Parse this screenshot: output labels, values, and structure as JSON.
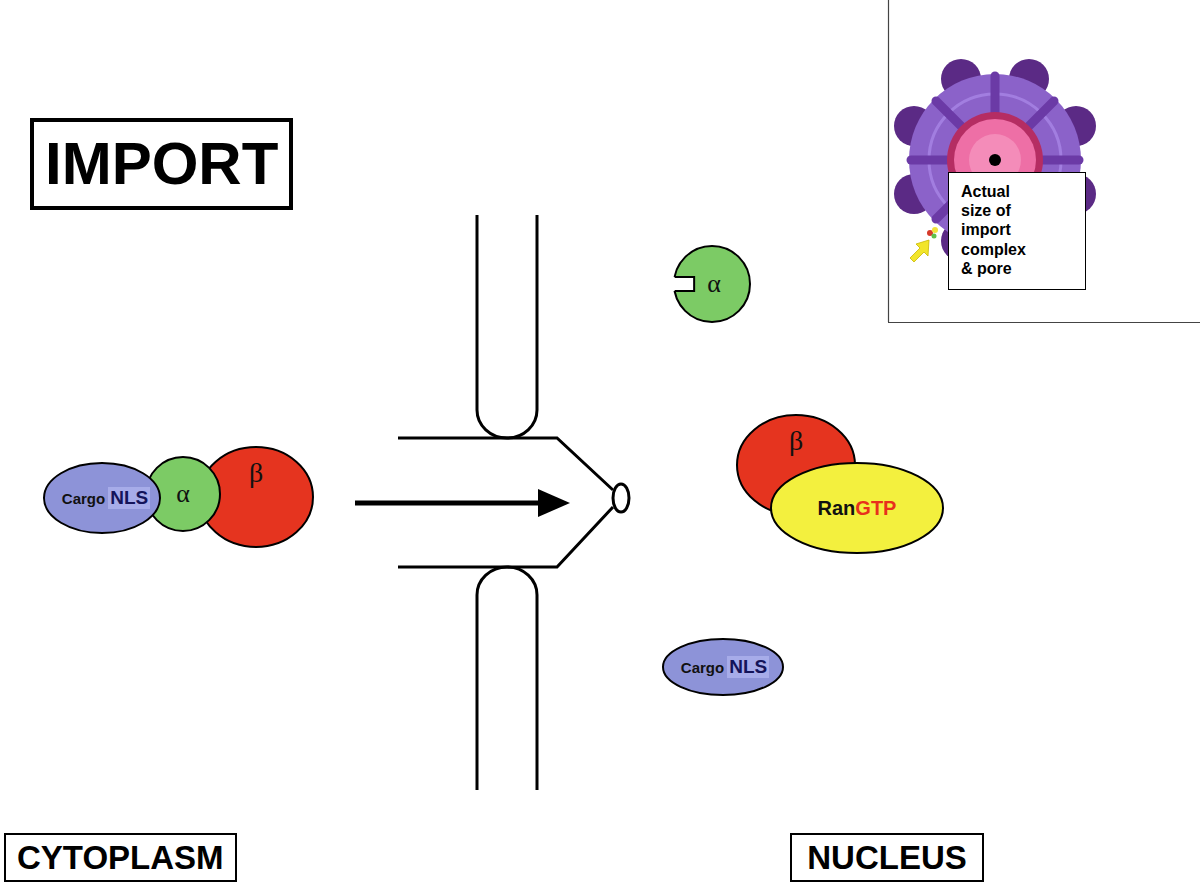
{
  "diagram": {
    "title": "IMPORT",
    "nodes": [
      {
        "text": [
          "Actual size of import complex & pore"
        ]
      },
      {
        "text": [
          "α"
        ]
      },
      {
        "text": [
          "Cargo",
          "NLS"
        ]
      },
      {
        "text": [
          "α"
        ]
      },
      {
        "text": [
          "β"
        ]
      },
      {
        "text": [
          "β"
        ]
      },
      {
        "text": [
          "Ran",
          "GTP"
        ]
      },
      {
        "text": [
          "Cargo",
          "NLS"
        ]
      },
      {
        "text": [
          "CYTOPLASM"
        ]
      },
      {
        "text": [
          "NUCLEUS"
        ]
      }
    ]
  }
}
